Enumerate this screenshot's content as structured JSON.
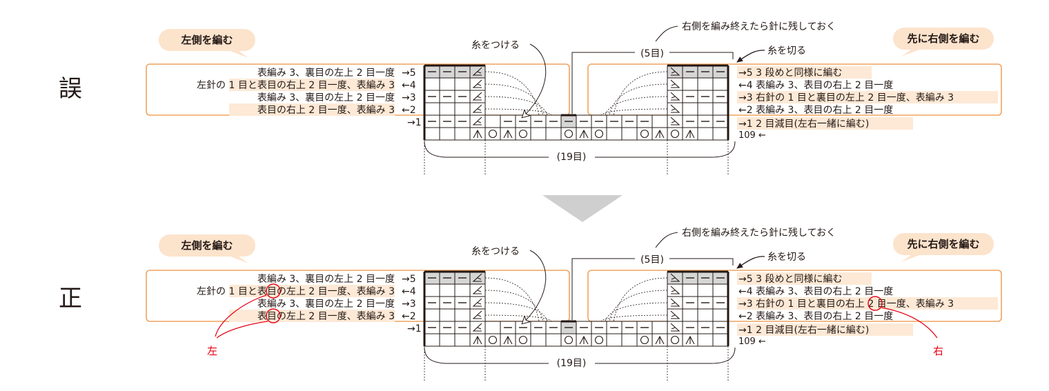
{
  "colors": {
    "frame": "#f0a35e",
    "bubble": "#fce3cc",
    "highlight": "#fde9d6",
    "gray_cell": "#d6d6d6",
    "arrow": "#cfcfcf",
    "red": "#e60012",
    "ink": "#231815"
  },
  "labels": {
    "wrong_mark": "誤",
    "right_mark": "正",
    "left_bubble": "左側を編む",
    "right_bubble": "先に右側を編む",
    "attach_yarn": "糸をつける",
    "cut_yarn": "糸を切る",
    "keep_on_needle": "右側を編み終えたら針に残しておく",
    "five_sts": "(5目)",
    "nineteen_sts": "(19目)",
    "row_109": "109 ←",
    "red_left": "左",
    "red_right": "右"
  },
  "wrong": {
    "left_rows": [
      {
        "text": "表編み 3、裏目の左上 2 目一度",
        "num": "→5"
      },
      {
        "text": "左針の 1 目と表目の右上 2 目一度、表編み 3",
        "num": "←4"
      },
      {
        "text": "表編み 3、裏目の左上 2 目一度",
        "num": "→3"
      },
      {
        "text": "表目の右上 2 目一度、表編み 3",
        "num": "←2"
      }
    ],
    "row1_left": "→1",
    "right_rows": [
      "→5  3 段めと同様に編む",
      "←4  表編み 3、表目の右上 2 目一度",
      "→3  右針の 1 目と裏目の左上 2 目一度、表編み 3",
      "←2  表編み 3、表目の右上 2 目一度"
    ],
    "row1_right": "→1  2 目減目(左右一緒に編む)"
  },
  "right": {
    "left_rows": [
      {
        "text": "表編み 3、裏目の左上 2 目一度",
        "num": "→5"
      },
      {
        "text": "左針の 1 目と表目の左上 2 目一度、表編み 3",
        "num": "←4"
      },
      {
        "text": "表編み 3、裏目の左上 2 目一度",
        "num": "→3"
      },
      {
        "text": "表目の左上 2 目一度、表編み 3",
        "num": "←2"
      }
    ],
    "row1_left": "→1",
    "right_rows": [
      "→5  3 段めと同様に編む",
      "←4  表編み 3、表目の右上 2 目一度",
      "→3  右針の 1 目と裏目の右上 2 目一度、表編み 3",
      "←2  表編み 3、表目の右上 2 目一度"
    ],
    "row1_right": "→1  2 目減目(左右一緒に編む)"
  }
}
